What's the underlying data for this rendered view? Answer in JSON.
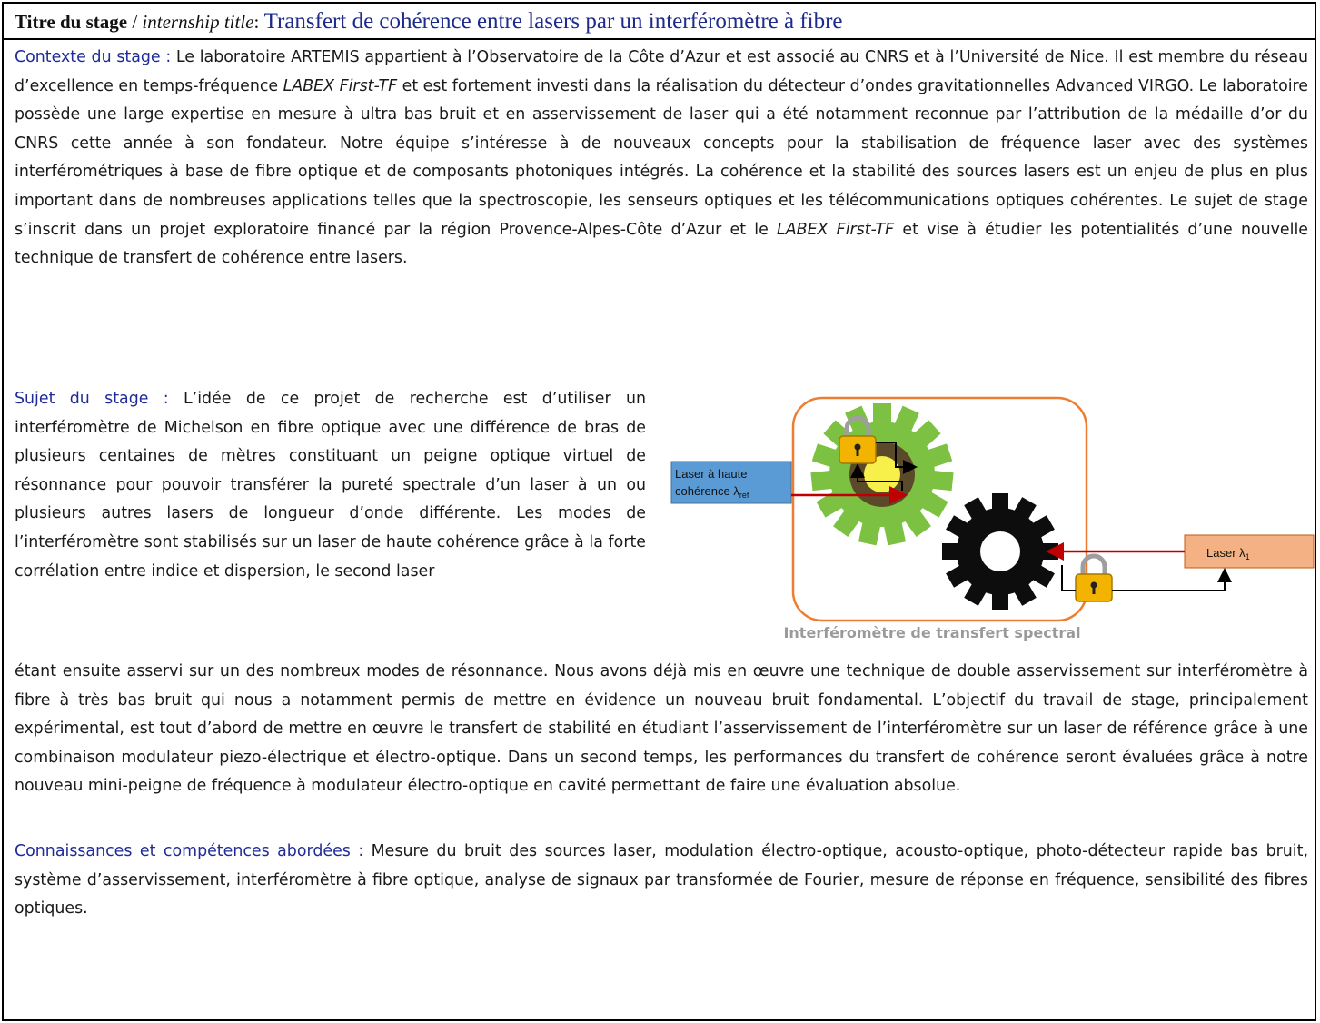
{
  "title": {
    "label_fr": "Titre du stage",
    "separator": " / ",
    "label_en": "internship title",
    "colon": ": ",
    "value": "Transfert de cohérence entre lasers par un interféromètre à fibre"
  },
  "contexte": {
    "heading": "Contexte du stage :",
    "t1": " Le laboratoire ARTEMIS appartient à l’Observatoire de la Côte d’Azur et est associé au CNRS et à l’Université de Nice. Il est membre du réseau d’excellence en temps-fréquence ",
    "labex1": "LABEX First-TF",
    "t2": " et est fortement investi dans la réalisation du détecteur d’ondes gravitationnelles Advanced VIRGO. Le laboratoire possède une large expertise en mesure à ultra bas bruit et en asservissement de laser qui a été notamment reconnue par l’attribution de la médaille d’or du CNRS cette année à son fondateur. Notre équipe s’intéresse à de nouveaux concepts pour la stabilisation de fréquence laser  avec des systèmes interférométriques à base de fibre optique et de composants photoniques intégrés. La cohérence et la stabilité des sources lasers est un enjeu de plus en plus important dans de nombreuses applications telles que la spectroscopie, les senseurs optiques et les télécommunications optiques cohérentes. Le sujet de stage s’inscrit dans un projet exploratoire financé par la région Provence-Alpes-Côte d’Azur et le ",
    "labex2": "LABEX First-TF",
    "t3": " et vise à étudier les potentialités d’une nouvelle technique de transfert de cohérence entre lasers."
  },
  "sujet": {
    "heading": "Sujet du stage :",
    "text_wrapped": " L’idée de ce projet de recherche est d’utiliser un interféromètre de Michelson en fibre optique avec une différence de bras de plusieurs centaines de mètres constituant un peigne optique virtuel de résonnance pour pouvoir transférer la pureté spectrale d’un laser à un ou plusieurs autres lasers de  longueur d’onde différente. Les modes de l’interféromètre sont stabilisés sur un laser de haute cohérence grâce à la forte corrélation entre indice et dispersion, le second laser",
    "text_full": "étant ensuite asservi sur un des nombreux modes de résonnance. Nous avons déjà mis en œuvre une technique de double asservissement sur interféromètre à fibre à très bas bruit qui nous a notamment permis de mettre en évidence un nouveau bruit fondamental. L’objectif du travail de stage, principalement expérimental, est tout d’abord de mettre en œuvre le transfert de stabilité en étudiant l’asservissement de l’interféromètre sur un laser de référence grâce à une combinaison modulateur piezo-électrique et électro-optique.  Dans un second temps, les performances du transfert de cohérence seront évaluées grâce à notre nouveau mini-peigne de fréquence à modulateur électro-optique en cavité permettant de faire une évaluation absolue."
  },
  "figure": {
    "ref_laser_line1": "Laser à haute",
    "ref_laser_line2": "cohérence λ",
    "ref_laser_sub": "ref",
    "laser1": "Laser λ",
    "laser1_sub": "1",
    "caption": "Interféromètre de transfert spectral",
    "colors": {
      "ref_box": "#5b9bd5",
      "laser1_box": "#f4b183",
      "frame": "#ed7d31",
      "green_gear": "#7dc142",
      "arrow": "#c00000"
    }
  },
  "competences": {
    "heading": "Connaissances et compétences abordées :",
    "text": " Mesure du bruit des sources laser, modulation électro-optique, acousto-optique, photo-détecteur rapide bas bruit, système d’asservissement, interféromètre à fibre optique, analyse de signaux par transformée de Fourier, mesure de réponse en fréquence, sensibilité des fibres optiques."
  }
}
